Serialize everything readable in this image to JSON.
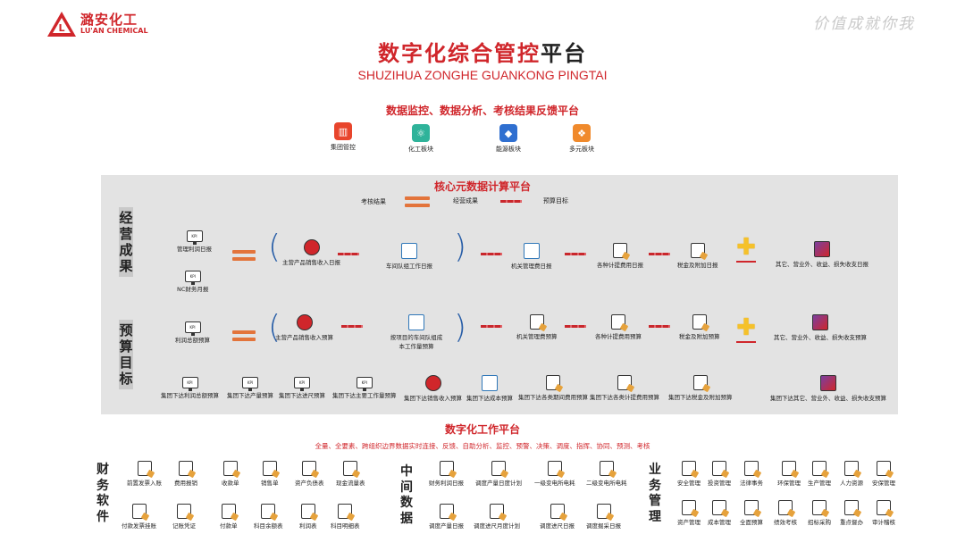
{
  "brand": {
    "name_cn": "潞安化工",
    "name_en": "LU'AN CHEMICAL",
    "color": "#d0262b"
  },
  "slogan": "价值成就你我",
  "header": {
    "title_red": "数字化综合管控",
    "title_black": "平台",
    "subtitle": "SHUZIHUA ZONGHE GUANKONG PINGTAI"
  },
  "top_platform": {
    "title": "数据监控、数据分析、考核结果反馈平台",
    "modules": [
      {
        "label": "集团管控",
        "icon": "building-icon",
        "color": "#e8452c"
      },
      {
        "label": "化工板块",
        "icon": "molecule-icon",
        "color": "#2fb39a"
      },
      {
        "label": "能源板块",
        "icon": "drop-icon",
        "color": "#2f6fd0"
      },
      {
        "label": "多元板块",
        "icon": "grid-icon",
        "color": "#f08a2c"
      }
    ]
  },
  "core_platform": {
    "title": "核心元数据计算平台",
    "legend": {
      "assessment": "考核结果",
      "operation": "经营成果",
      "budget": "预算目标"
    },
    "row1": {
      "label": [
        "经",
        "营",
        "成",
        "果"
      ],
      "left_nodes": [
        "管理利润日报",
        "NC财务月报"
      ],
      "nodes": [
        "主营产品销售收入日报",
        "车间队组工作日报",
        "机关管理费日报",
        "各种计提费用日报",
        "税金及附加日报",
        "其它、营业外、收益、损失收支日报"
      ]
    },
    "row2": {
      "label": [
        "预",
        "算",
        "目",
        "标"
      ],
      "left_node": "利润总额预算",
      "nodes": [
        "主营产品销售收入预算",
        "按项目的车间队组成本工作量预算",
        "机关管理费预算",
        "各种计提费用预算",
        "税金及附加预算",
        "其它、营业外、收益、损失收支预算"
      ]
    },
    "row3": [
      "集团下达利润总额预算",
      "集团下达产量预算",
      "集团下达进尺预算",
      "集团下达主要工作量预算",
      "集团下达销售收入预算",
      "集团下达成本预算",
      "集团下达各类期间费用预算",
      "集团下达各类计提费用预算",
      "集团下达税金及附加预算",
      "集团下达其它、营业外、收益、损失收支预算"
    ]
  },
  "work_platform": {
    "title": "数字化工作平台",
    "description": "全量、全要素、跨组织边界数据实时连接、反馈、自助分析、监控、预警、决策、调度、指挥、协同、预测、考核",
    "finance": {
      "label": [
        "财",
        "务",
        "软",
        "件"
      ],
      "row1": [
        "前置发票入账",
        "费用报销",
        "收款单",
        "销售单",
        "资产负债表",
        "现金流量表"
      ],
      "row2": [
        "付款发票挂账",
        "记账凭证",
        "付款单",
        "科目余额表",
        "利润表",
        "科目明细表"
      ]
    },
    "middle": {
      "label": [
        "中",
        "间",
        "数",
        "据"
      ],
      "row1": [
        "财务利润日报",
        "调度产量日度计划",
        "一级变电所电耗",
        "二级变电所电耗"
      ],
      "row2": [
        "调度产量日报",
        "调度进尺月度计划",
        "调度进尺日报",
        "调度掘采日报"
      ]
    },
    "business": {
      "label": [
        "业",
        "务",
        "管",
        "理"
      ],
      "row1": [
        "安全管理",
        "投资管理",
        "法律事务",
        "环保管理",
        "生产管理",
        "人力资源",
        "安保管理"
      ],
      "row2": [
        "资产管理",
        "成本管理",
        "全面预算",
        "绩效考核",
        "招标采购",
        "重点督办",
        "审计稽核"
      ]
    }
  }
}
